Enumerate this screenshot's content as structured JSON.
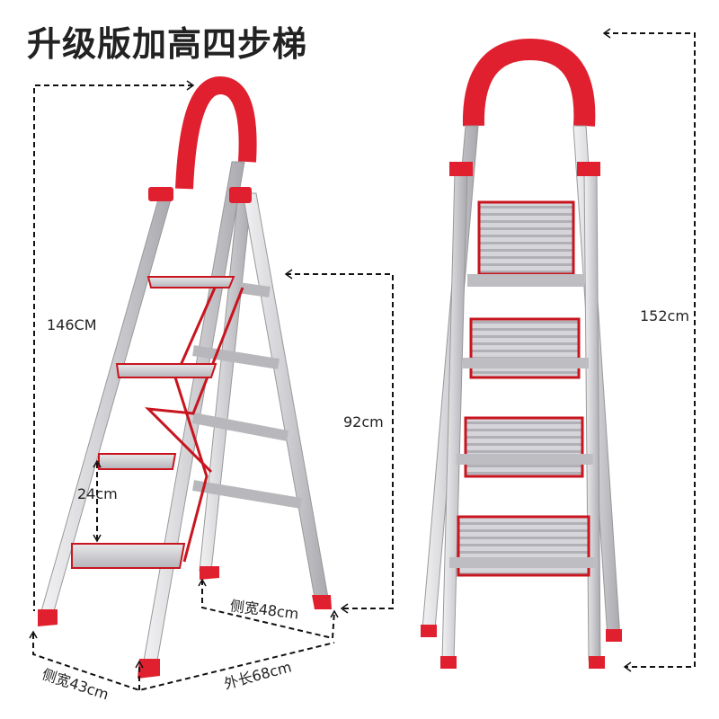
{
  "title": "升级版加高四步梯",
  "dimensions": {
    "total_height_side": "146CM",
    "platform_height": "92cm",
    "step_spacing": "24cm",
    "side_width_back": "侧宽48cm",
    "side_width_front": "侧宽43cm",
    "outer_length": "外长68cm",
    "total_height_front": "152cm"
  },
  "colors": {
    "accent": "#e0202e",
    "aluminum": "#c8c8cc",
    "dash": "#111111"
  }
}
